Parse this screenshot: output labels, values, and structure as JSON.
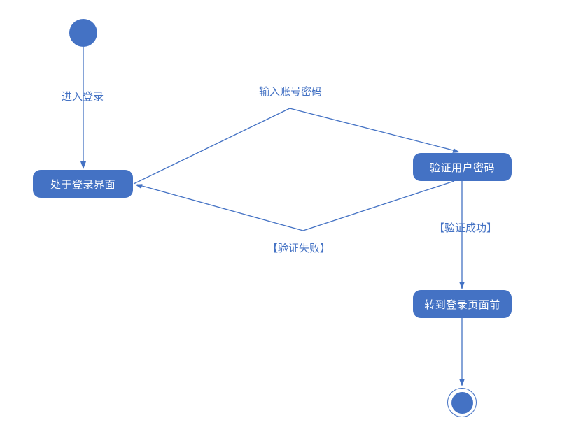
{
  "diagram": {
    "kind": "uml-activity-diagram",
    "colors": {
      "accent": "#4472C4",
      "node_text": "#ffffff",
      "background": "#ffffff"
    },
    "nodes": [
      {
        "id": "initial",
        "type": "initial-state",
        "label": ""
      },
      {
        "id": "login-screen",
        "type": "action",
        "label": "处于登录界面"
      },
      {
        "id": "verify-password",
        "type": "action",
        "label": "验证用户密码"
      },
      {
        "id": "before-login-page",
        "type": "action",
        "label": "转到登录页面前"
      },
      {
        "id": "final",
        "type": "final-state",
        "label": ""
      }
    ],
    "edges": [
      {
        "id": "enter-login",
        "from": "initial",
        "to": "login-screen",
        "label": "进入登录"
      },
      {
        "id": "input-credentials",
        "from": "login-screen",
        "to": "verify-password",
        "label": "输入账号密码"
      },
      {
        "id": "verify-failed",
        "from": "verify-password",
        "to": "login-screen",
        "label": "【验证失败】"
      },
      {
        "id": "verify-success",
        "from": "verify-password",
        "to": "before-login-page",
        "label": "【验证成功】"
      },
      {
        "id": "to-final",
        "from": "before-login-page",
        "to": "final",
        "label": ""
      }
    ]
  }
}
